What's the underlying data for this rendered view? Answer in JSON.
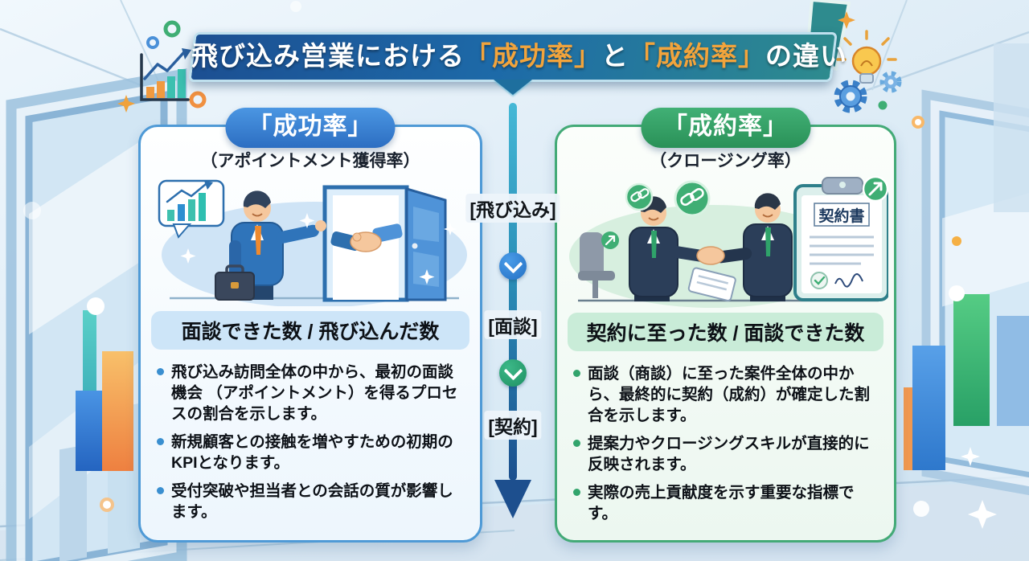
{
  "title": {
    "part1": "飛び込み営業における",
    "highlight1": "「成功率」",
    "part2": "と",
    "highlight2": "「成約率」",
    "part3": "の違い"
  },
  "flow": {
    "stages": [
      {
        "label": "[飛び込み]"
      },
      {
        "label": "[面談]"
      },
      {
        "label": "[契約]"
      }
    ]
  },
  "cards": [
    {
      "title": "「成功率」",
      "subtitle": "（アポイントメント獲得率）",
      "formula": "面談できた数 / 飛び込んだ数",
      "bullets": [
        "飛び込み訪問全体の中から、最初の面談機会 （アポイントメント）を得るプロセスの割合を示します。",
        "新規顧客との接触を増やすための初期のKPIとなります。",
        "受付突破や担当者との会話の質が影響します。"
      ]
    },
    {
      "title": "「成約率」",
      "subtitle": "（クロージング率）",
      "formula": "契約に至った数 / 面談できた数",
      "bullets": [
        "面談（商談）に至った案件全体の中から、最終的に契約（成約）が確定した割合を示します。",
        "提案力やクロージングスキルが直接的に反映されます。",
        "実際の売上貢献度を示す重要な指標です。"
      ],
      "illustration": {
        "contract_label": "契約書"
      }
    }
  ],
  "colors": {
    "banner_blue": "#1c4f92",
    "banner_teal": "#2e8b8e",
    "highlight_orange": "#f2a43c",
    "success_blue": "#2f7fd0",
    "contract_green": "#2fa36a",
    "arrow_navy": "#1b4f8e"
  }
}
